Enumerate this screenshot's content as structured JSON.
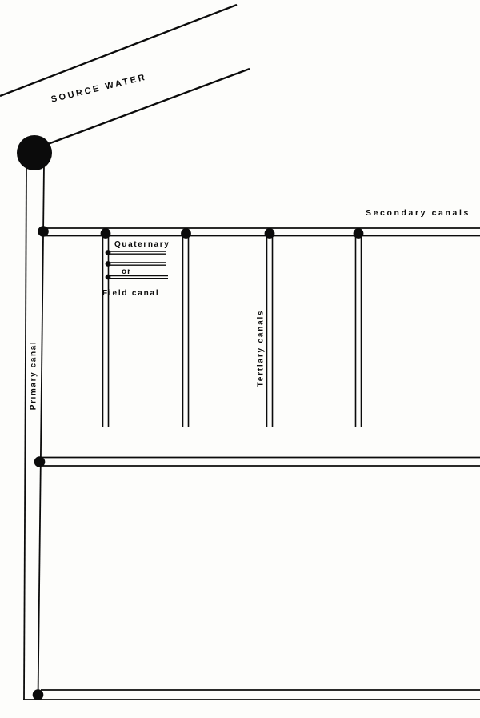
{
  "figure": {
    "labels": {
      "source_water": "SOURCE WATER",
      "secondary_canals": "Secondary canals",
      "tertiary_canals": "Tertiary canals",
      "primary_canal": "Primary canal",
      "quaternary": "Quaternary",
      "conjunction": "or",
      "field_canal": "Field canal"
    },
    "colors": {
      "ink": "#0b0b0b",
      "paper": "#fdfdfb"
    },
    "network": {
      "river_bank_lines": 2,
      "intake_nodes": 1,
      "primary_canals": 1,
      "secondary_canals": 3,
      "tertiary_canals": 4,
      "quaternary_field_canals": 3,
      "offtake_nodes_on_primary": 3,
      "offtake_nodes_on_secondary": 4,
      "offtake_nodes_on_tertiary": 3
    }
  }
}
